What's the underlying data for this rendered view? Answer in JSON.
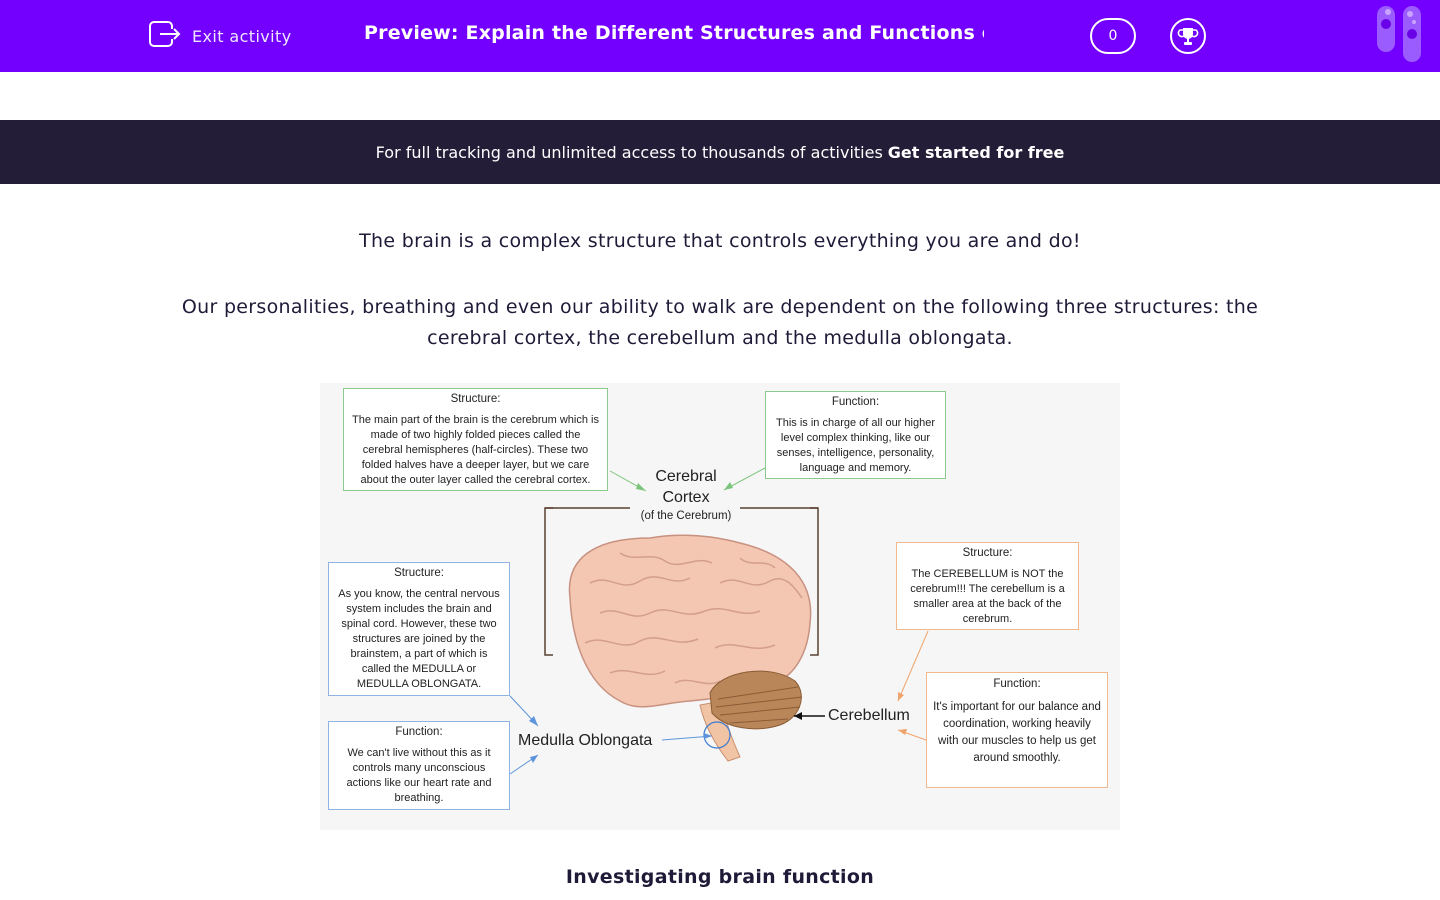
{
  "header": {
    "exit_label": "Exit activity",
    "title": "Preview: Explain the Different Structures and Functions of …",
    "score": "0",
    "brand_color": "#7300ff"
  },
  "banner": {
    "text": "For full tracking and unlimited access to thousands of activities",
    "cta": "Get started for free"
  },
  "intro": {
    "p1": "The brain is a complex structure that controls everything you are and do!",
    "p2": "Our personalities, breathing and even our ability to walk are dependent on the following three structures: the cerebral cortex, the cerebellum and the medulla oblongata."
  },
  "diagram": {
    "labels": {
      "cortex_line1": "Cerebral",
      "cortex_line2": "Cortex",
      "cortex_sub": "(of the Cerebrum)",
      "cerebellum": "Cerebellum",
      "medulla": "Medulla Oblongata"
    },
    "cortex_structure": {
      "heading": "Structure:",
      "text": "The main part of the brain is the cerebrum which is made of two highly folded pieces called the cerebral hemispheres (half-circles). These two folded halves have a deeper layer, but we care about the outer layer called the cerebral cortex."
    },
    "cortex_function": {
      "heading": "Function:",
      "text": "This is in charge of all our higher level complex thinking, like our senses, intelligence, personality, language and memory."
    },
    "medulla_structure": {
      "heading": "Structure:",
      "text": "As you know, the central nervous system includes the brain and spinal cord. However, these two structures are joined by the brainstem, a part of which is called the MEDULLA or MEDULLA OBLONGATA."
    },
    "medulla_function": {
      "heading": "Function:",
      "text": "We can't live without this as it controls many unconscious actions like our heart rate and breathing."
    },
    "cerebellum_structure": {
      "heading": "Structure:",
      "text": "The CEREBELLUM is NOT the cerebrum!!! The cerebellum is a smaller area at the back of the cerebrum."
    },
    "cerebellum_function": {
      "heading": "Function:",
      "text": "It's important for our balance and coordination, working heavily with our muscles to help us get around smoothly."
    }
  },
  "section_heading": "Investigating brain function"
}
